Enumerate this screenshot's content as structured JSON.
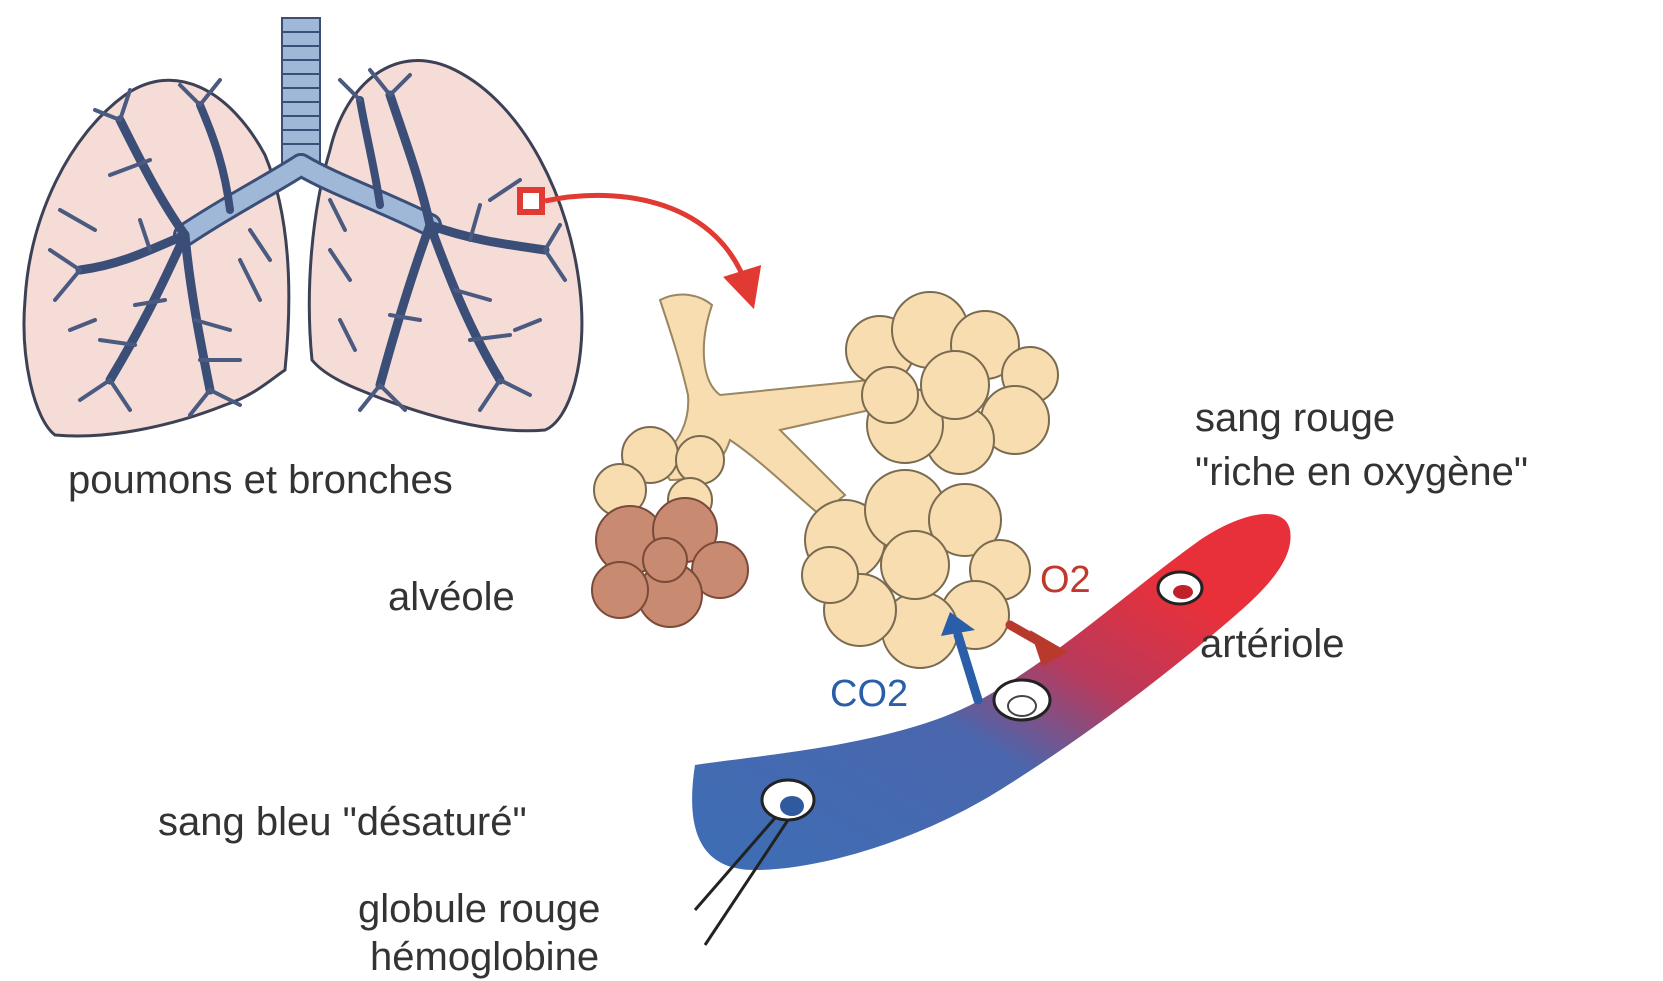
{
  "labels": {
    "lungs": "poumons et bronches",
    "alveolus": "alvéole",
    "red_blood_line1": "sang rouge",
    "red_blood_line2": "\"riche en oxygène\"",
    "arteriole": "artériole",
    "blue_blood": "sang bleu \"désaturé\"",
    "red_cell": "globule rouge",
    "hemoglobin": "hémoglobine",
    "o2": "O2",
    "co2": "CO2"
  },
  "colors": {
    "lung_fill": "#f6dcd6",
    "lung_outline": "#3c4156",
    "bronchi": "#9fb8d8",
    "bronchi_outline": "#3a4e78",
    "alveoli_fill": "#f7ddb0",
    "alveoli_outline": "#7a6a50",
    "diseased_alveolus": "#c98a72",
    "zoom_marker": "#e03a32",
    "blood_blue": "#3d6eb5",
    "blood_red": "#e8303a",
    "o2_label": "#c0392b",
    "co2_label": "#2a5ea8",
    "text": "#333333"
  },
  "icons": {
    "zoom_arrow": "curved-arrow-icon",
    "o2_arrow": "arrow-down-right-icon",
    "co2_arrow": "arrow-up-icon"
  }
}
